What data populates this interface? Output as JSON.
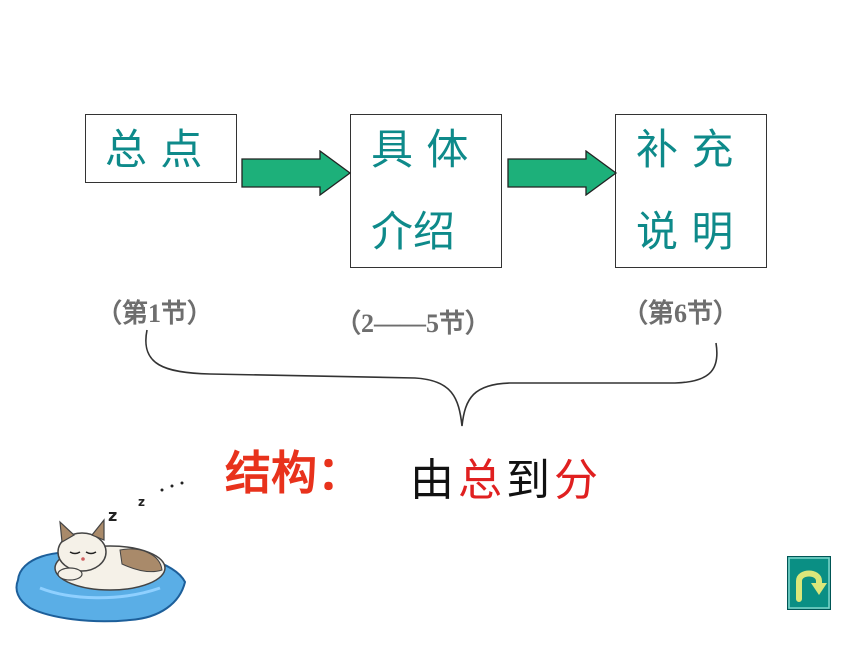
{
  "steps": [
    {
      "lines": [
        "总 点"
      ]
    },
    {
      "lines": [
        "具 体",
        "介绍"
      ]
    },
    {
      "lines": [
        "补 充",
        "说 明"
      ]
    }
  ],
  "paragraph_labels": [
    "（第1节）",
    "（2——5节）",
    "（第6节）"
  ],
  "structure": {
    "label": "结构：",
    "value_parts": [
      {
        "text": "由",
        "color": "#111111"
      },
      {
        "text": "总",
        "color": "#e02020"
      },
      {
        "text": "到",
        "color": "#111111"
      },
      {
        "text": "分",
        "color": "#e02020"
      }
    ]
  },
  "colors": {
    "step_text": "#0e8a8a",
    "arrow_fill": "#1db07a",
    "label_red": "#e8321c",
    "paragraph_gray": "#6e6e6e",
    "back_button": "#0a8f84"
  },
  "icons": {
    "back_button": "u-turn-arrow-icon",
    "decoration": "sleeping-cat-icon"
  }
}
